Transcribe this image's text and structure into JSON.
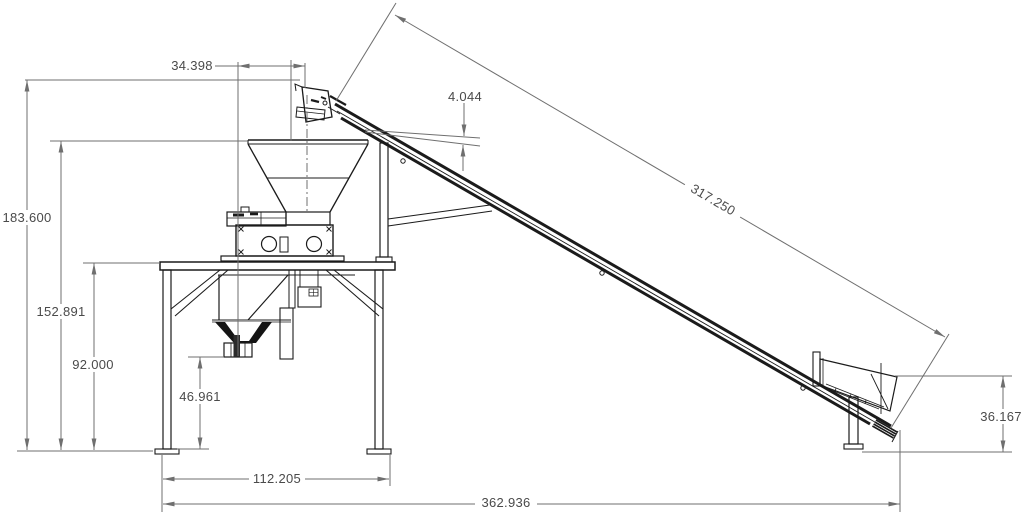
{
  "drawing": {
    "type": "engineering-elevation-drawing",
    "subject": "inclined belt conveyor with weigh hopper feed platform",
    "colors": {
      "structure": "#1b1b1b",
      "dimension_lines": "#6f6f6f",
      "dimension_text": "#4a4a4a",
      "background": "#ffffff"
    },
    "dimensions": {
      "head_offset": "34.398",
      "discharge_drop": "4.044",
      "overall_height": "183.600",
      "hopper_height": "152.891",
      "platform_height": "92.000",
      "spout_clearance": "46.961",
      "conveyor_length": "317.250",
      "stand_width": "112.205",
      "overall_length": "362.936",
      "infeed_height": "36.167"
    }
  }
}
